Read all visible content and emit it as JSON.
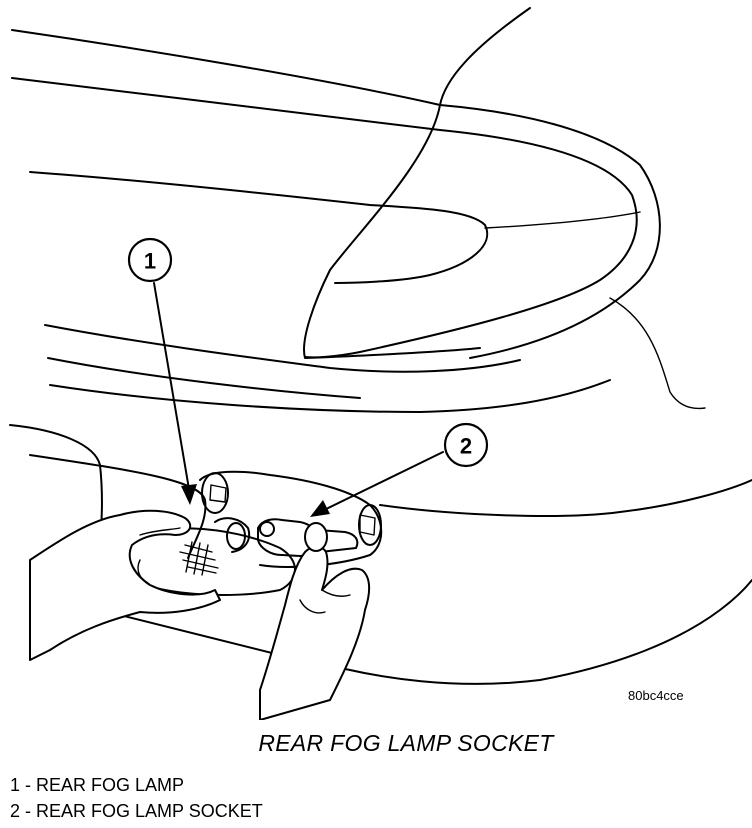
{
  "figure": {
    "reference_code": "80bc4cce",
    "caption": "REAR FOG LAMP SOCKET"
  },
  "callouts": [
    {
      "number": "1",
      "label": "REAR FOG LAMP"
    },
    {
      "number": "2",
      "label": "REAR FOG LAMP SOCKET"
    }
  ],
  "legend": [
    {
      "text": "1 - REAR FOG LAMP"
    },
    {
      "text": "2 - REAR FOG LAMP SOCKET"
    }
  ]
}
